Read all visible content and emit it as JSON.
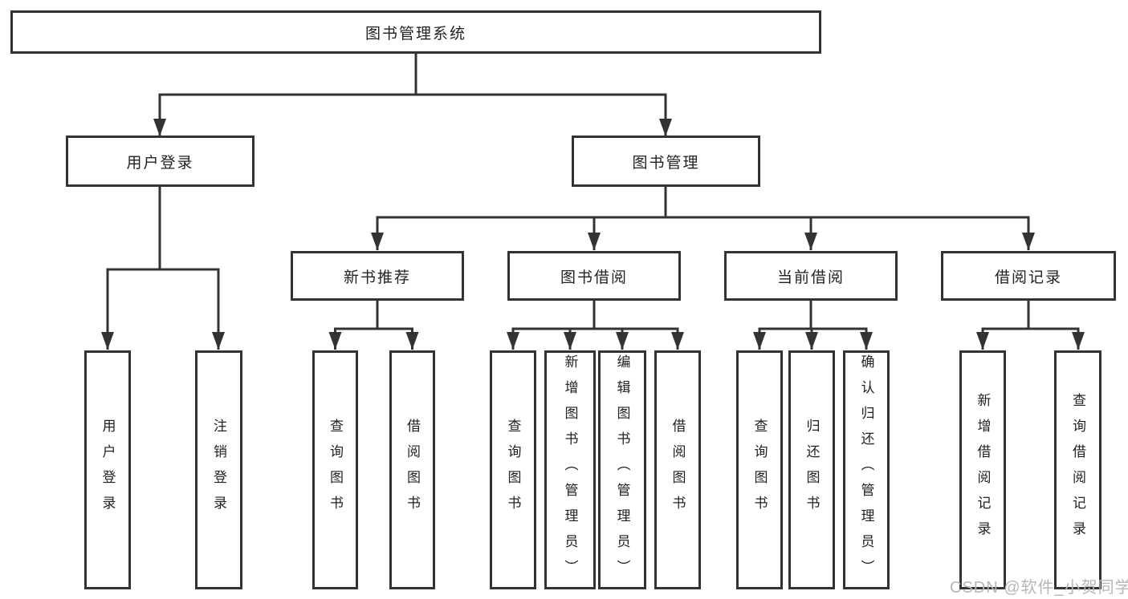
{
  "diagram": {
    "root": {
      "label": "图书管理系统"
    },
    "branches": [
      {
        "label": "用户登录"
      },
      {
        "label": "图书管理"
      }
    ],
    "modules": [
      {
        "label": "新书推荐"
      },
      {
        "label": "图书借阅"
      },
      {
        "label": "当前借阅"
      },
      {
        "label": "借阅记录"
      }
    ],
    "functions": [
      {
        "label": "用户登录"
      },
      {
        "label": "注销登录"
      },
      {
        "label": "查询图书"
      },
      {
        "label": "借阅图书"
      },
      {
        "label": "查询图书"
      },
      {
        "label": "新增图书（管理员）"
      },
      {
        "label": "编辑图书（管理员）"
      },
      {
        "label": "借阅图书"
      },
      {
        "label": "查询图书"
      },
      {
        "label": "归还图书"
      },
      {
        "label": "确认归还（管理员）"
      },
      {
        "label": "新增借阅记录"
      },
      {
        "label": "查询借阅记录"
      }
    ]
  },
  "watermark": {
    "text": "CSDN @软件_小贺同学"
  },
  "colors": {
    "line": "#333333",
    "text": "#222222",
    "watermark": "#b6b6b6",
    "background": "#ffffff"
  }
}
